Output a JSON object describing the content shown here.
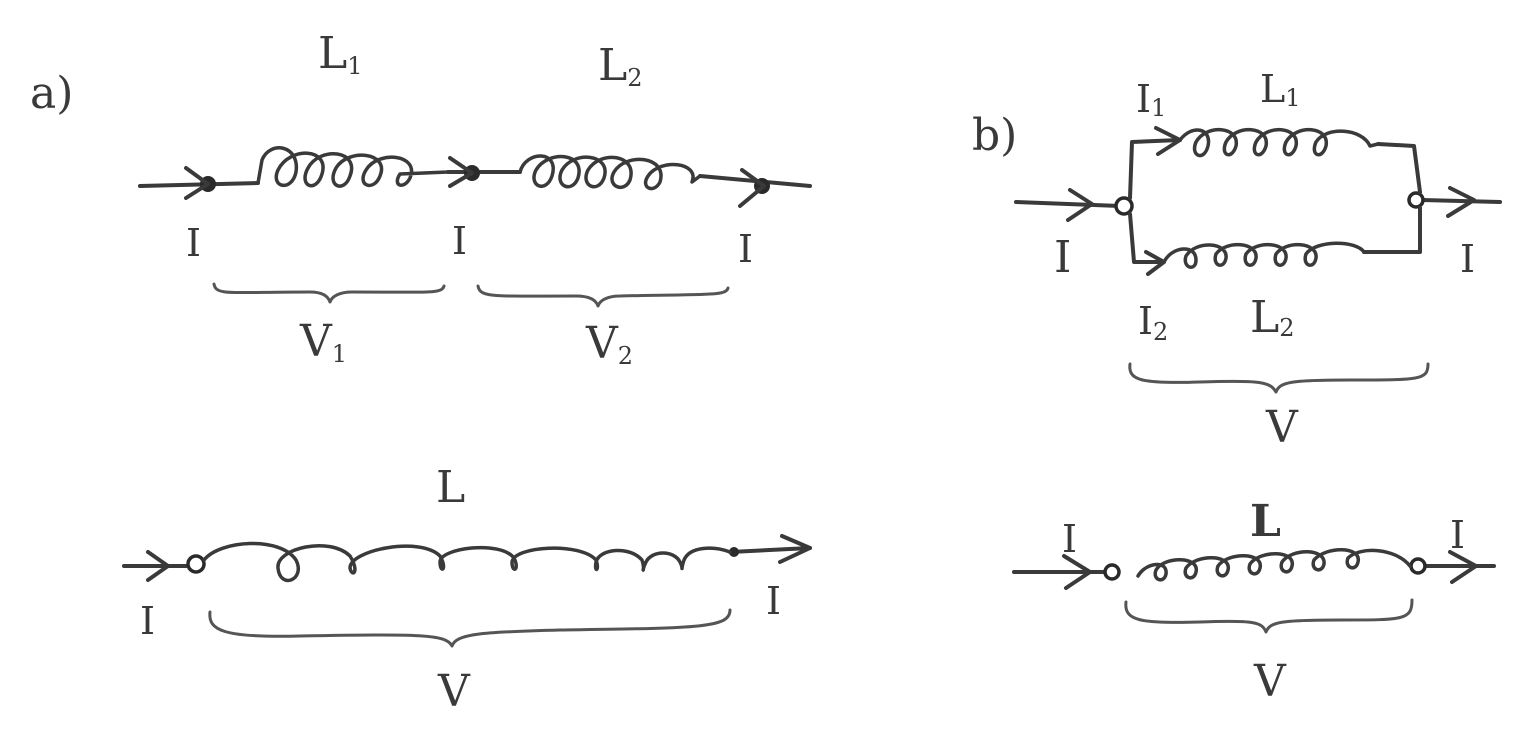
{
  "panels": {
    "a": {
      "label": "a)",
      "series_circuit": {
        "inductor_1": {
          "letter": "L",
          "sub": "1"
        },
        "inductor_2": {
          "letter": "L",
          "sub": "2"
        },
        "current_labels": [
          "I",
          "I",
          "I"
        ],
        "voltage_1": {
          "letter": "V",
          "sub": "1"
        },
        "voltage_2": {
          "letter": "V",
          "sub": "2"
        }
      },
      "equivalent": {
        "inductor": "L",
        "current_in": "I",
        "current_out": "I",
        "voltage": "V"
      }
    },
    "b": {
      "label": "b)",
      "parallel_circuit": {
        "current_in": "I",
        "current_out": "I",
        "branch_1_current": {
          "letter": "I",
          "sub": "1"
        },
        "branch_2_current": {
          "letter": "I",
          "sub": "2"
        },
        "inductor_1": {
          "letter": "L",
          "sub": "1"
        },
        "inductor_2": {
          "letter": "L",
          "sub": "2"
        },
        "voltage": "V"
      },
      "equivalent": {
        "inductor": "L",
        "current_in": "I",
        "current_out": "I",
        "voltage": "V"
      }
    }
  }
}
